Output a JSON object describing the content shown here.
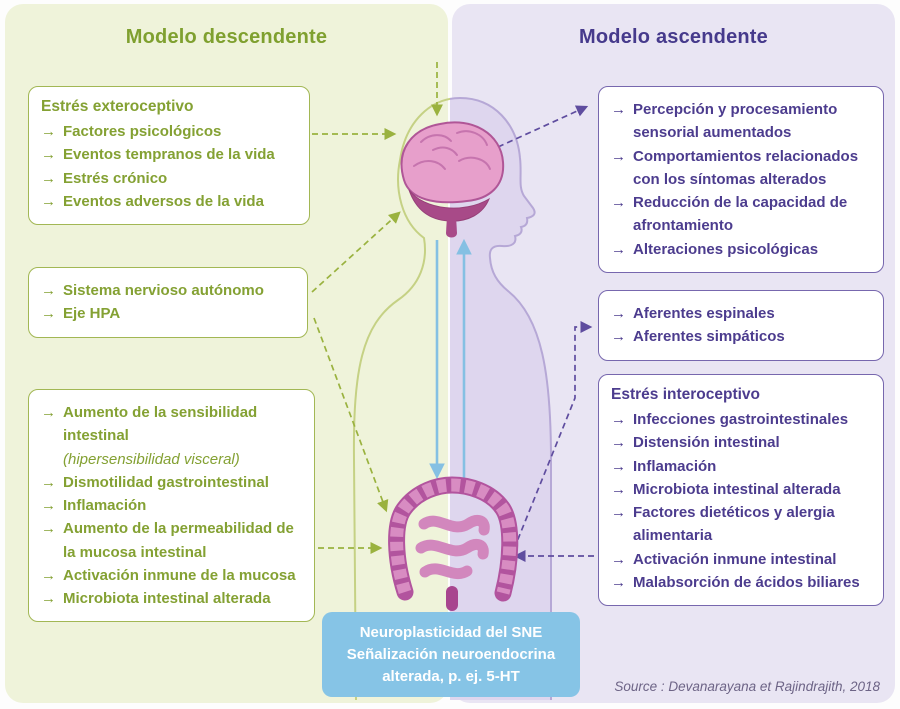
{
  "icons": {
    "arrow": "→"
  },
  "left": {
    "title": "Modelo descendente",
    "box1": {
      "heading": "Estrés exteroceptivo",
      "items": [
        "Factores psicológicos",
        "Eventos tempranos de la vida",
        "Estrés crónico",
        "Eventos adversos de la vida"
      ]
    },
    "box2": {
      "items": [
        "Sistema nervioso autónomo",
        "Eje HPA"
      ]
    },
    "box3": {
      "items": [
        "Aumento de la sensibilidad intestinal",
        "Dismotilidad gastrointestinal",
        "Inflamación",
        "Aumento de la permeabilidad de la mucosa intestinal",
        "Activación inmune de la mucosa",
        "Microbiota intestinal alterada"
      ],
      "item1_note": "(hipersensibilidad visceral)"
    }
  },
  "right": {
    "title": "Modelo ascendente",
    "box1": {
      "items": [
        "Percepción y procesamiento sensorial aumentados",
        "Comportamientos relacionados con los síntomas alterados",
        "Reducción de la capacidad de afrontamiento",
        "Alteraciones psicológicas"
      ]
    },
    "box2": {
      "items": [
        "Aferentes espinales",
        "Aferentes simpáticos"
      ]
    },
    "box3": {
      "heading": "Estrés interoceptivo",
      "items": [
        "Infecciones gastrointestinales",
        "Distensión intestinal",
        "Inflamación",
        "Microbiota intestinal alterada",
        "Factores dietéticos y alergia alimentaria",
        "Activación inmune intestinal",
        "Malabsorción de ácidos biliares"
      ]
    }
  },
  "center_box": {
    "lines": [
      "Neuroplasticidad del SNE",
      "Señalización neuroendocrina",
      "alterada, p. ej. 5-HT"
    ]
  },
  "source": "Source : Devanarayana et Rajindrajith, 2018",
  "colors": {
    "left_bg": "#eff3da",
    "right_bg": "#e9e5f3",
    "left_accent": "#84a133",
    "right_accent": "#4c3c8e",
    "blue_arrow": "#85c0e3",
    "neuro_box_bg": "#86c4e6",
    "brain_pink": "#e79fcb",
    "intestine_magenta": "#b2549e"
  }
}
